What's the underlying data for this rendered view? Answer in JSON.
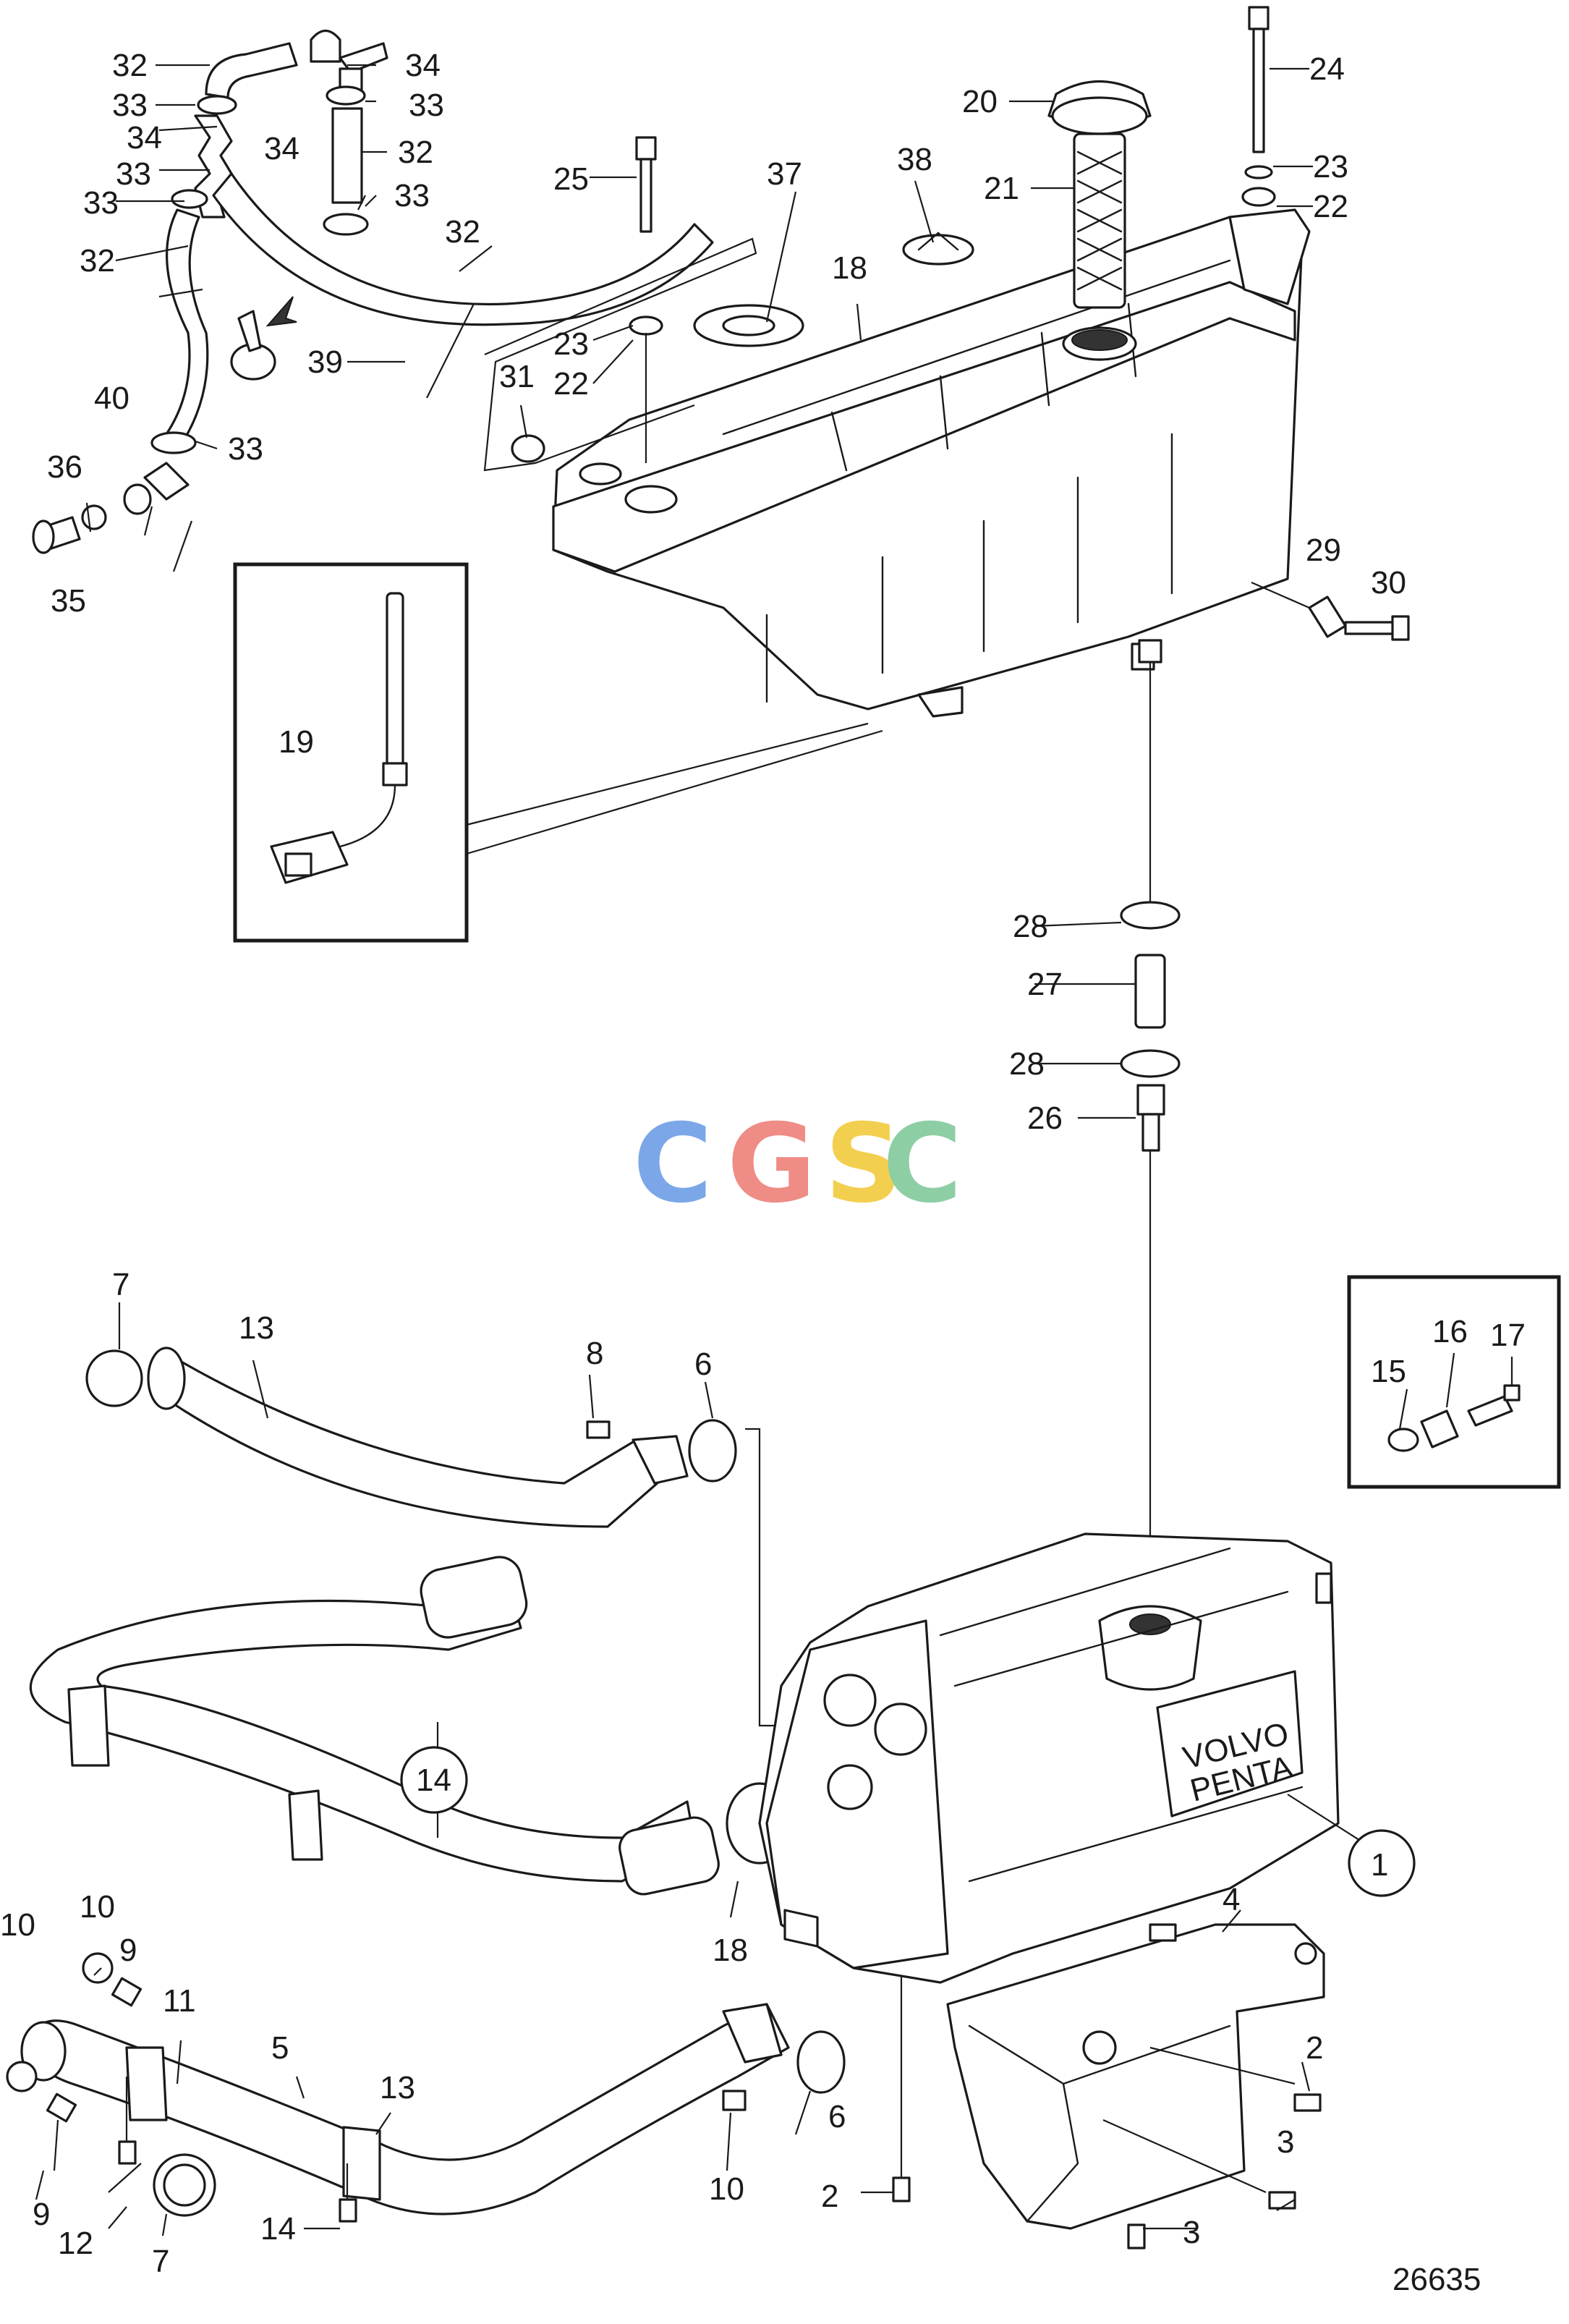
{
  "watermark": {
    "letters": [
      "C",
      "G",
      "S",
      "C"
    ],
    "colors": [
      "#7ba7e8",
      "#ee8c85",
      "#f3cf4f",
      "#8dcea5"
    ]
  },
  "drawing_number": "26635",
  "callouts": {
    "c1": "1",
    "c2a": "2",
    "c2b": "2",
    "c3a": "3",
    "c3b": "3",
    "c4": "4",
    "c5": "5",
    "c6a": "6",
    "c6b": "6",
    "c7a": "7",
    "c7b": "7",
    "c8": "8",
    "c9a": "9",
    "c9b": "9",
    "c10a": "10",
    "c10b": "10",
    "c10c": "10",
    "c11": "11",
    "c12": "12",
    "c13a": "13",
    "c13b": "13",
    "c14a": "14",
    "c14b": "14",
    "c15": "15",
    "c16": "16",
    "c17": "17",
    "c18a": "18",
    "c18b": "18",
    "c19": "19",
    "c20": "20",
    "c21": "21",
    "c22a": "22",
    "c22b": "22",
    "c23a": "23",
    "c23b": "23",
    "c24": "24",
    "c25": "25",
    "c26": "26",
    "c27": "27",
    "c28a": "28",
    "c28b": "28",
    "c29": "29",
    "c30": "30",
    "c31": "31",
    "c32a": "32",
    "c32b": "32",
    "c32c": "32",
    "c32d": "32",
    "c33a": "33",
    "c33b": "33",
    "c33c": "33",
    "c33d": "33",
    "c33e": "33",
    "c33f": "33",
    "c34a": "34",
    "c34b": "34",
    "c34c": "34",
    "c35": "35",
    "c36": "36",
    "c37": "37",
    "c38": "38",
    "c39": "39",
    "c40": "40"
  },
  "brand_plate": {
    "line1": "VOLVO",
    "line2": "PENTA"
  }
}
